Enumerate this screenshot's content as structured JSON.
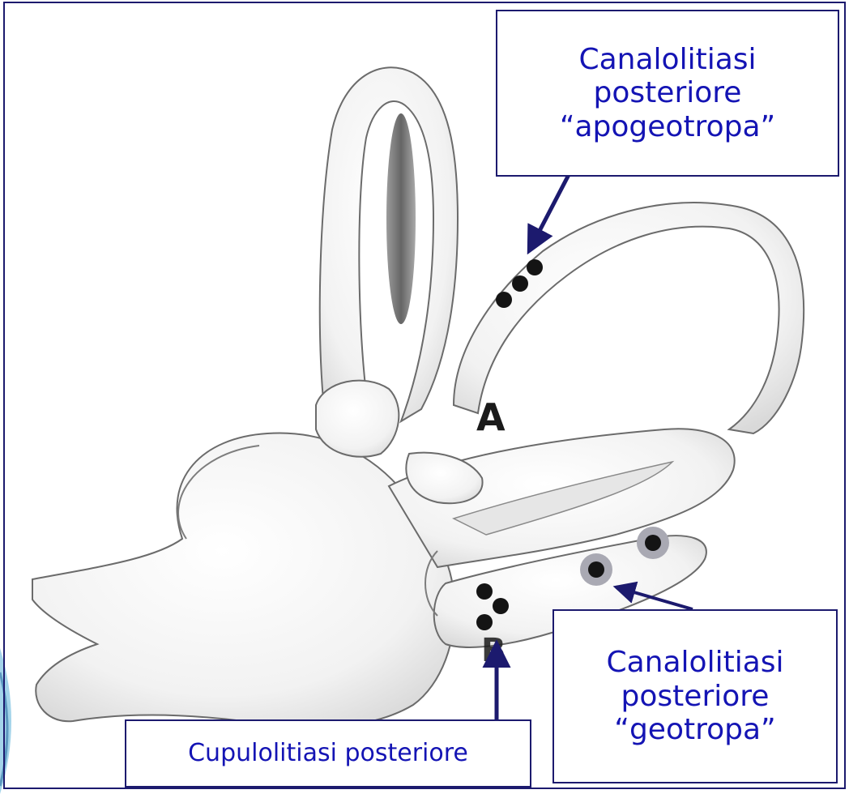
{
  "labels": {
    "canal_apogeotropa": [
      "Canalolitiasi",
      "posteriore",
      "“apogeotropa”"
    ],
    "canal_geotropa": [
      "Canalolitiasi",
      "posteriore",
      "“geotropa”"
    ],
    "cupulolitiasi": "Cupulolitiasi posteriore"
  },
  "canal_markers": {
    "A": "A",
    "B": "B"
  },
  "colors": {
    "label_text": "#1414b4",
    "arrow": "#1c1a6e",
    "frame": "#1c1a6e",
    "otolith": "#141414",
    "otolith_ring": "#a9a9b3",
    "bone_stroke": "#6b6b6b",
    "bone_fill": "#f6f6f6"
  },
  "icons": {
    "arrow": "arrow-icon",
    "otolith": "otolith-dot-icon"
  }
}
